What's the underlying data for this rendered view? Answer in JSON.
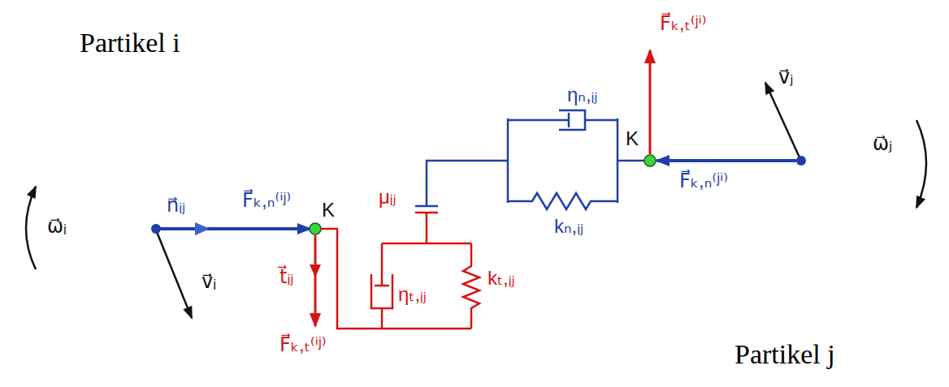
{
  "diagram": {
    "nodes": [
      {
        "text": [
          "Partikel i"
        ]
      },
      {
        "text": [
          "Partikel j"
        ]
      }
    ],
    "labels": [
      "F⃗ₖ,ₜ⁽ʲⁱ⁾",
      "ηₙ,ᵢⱼ",
      "v⃗ⱼ",
      "ω⃗ⱼ",
      "K",
      "F⃗ₖ,ₙ⁽ʲⁱ⁾",
      "μᵢⱼ",
      "n⃗ᵢⱼ",
      "F⃗ₖ,ₙ⁽ⁱʲ⁾",
      "K",
      "ω⃗ᵢ",
      "kₙ,ᵢⱼ",
      "t⃗ᵢⱼ",
      "kₜ,ᵢⱼ",
      "ηₜ,ᵢⱼ",
      "v⃗ᵢ",
      "F⃗ₖ,ₜ⁽ⁱʲ⁾"
    ]
  }
}
